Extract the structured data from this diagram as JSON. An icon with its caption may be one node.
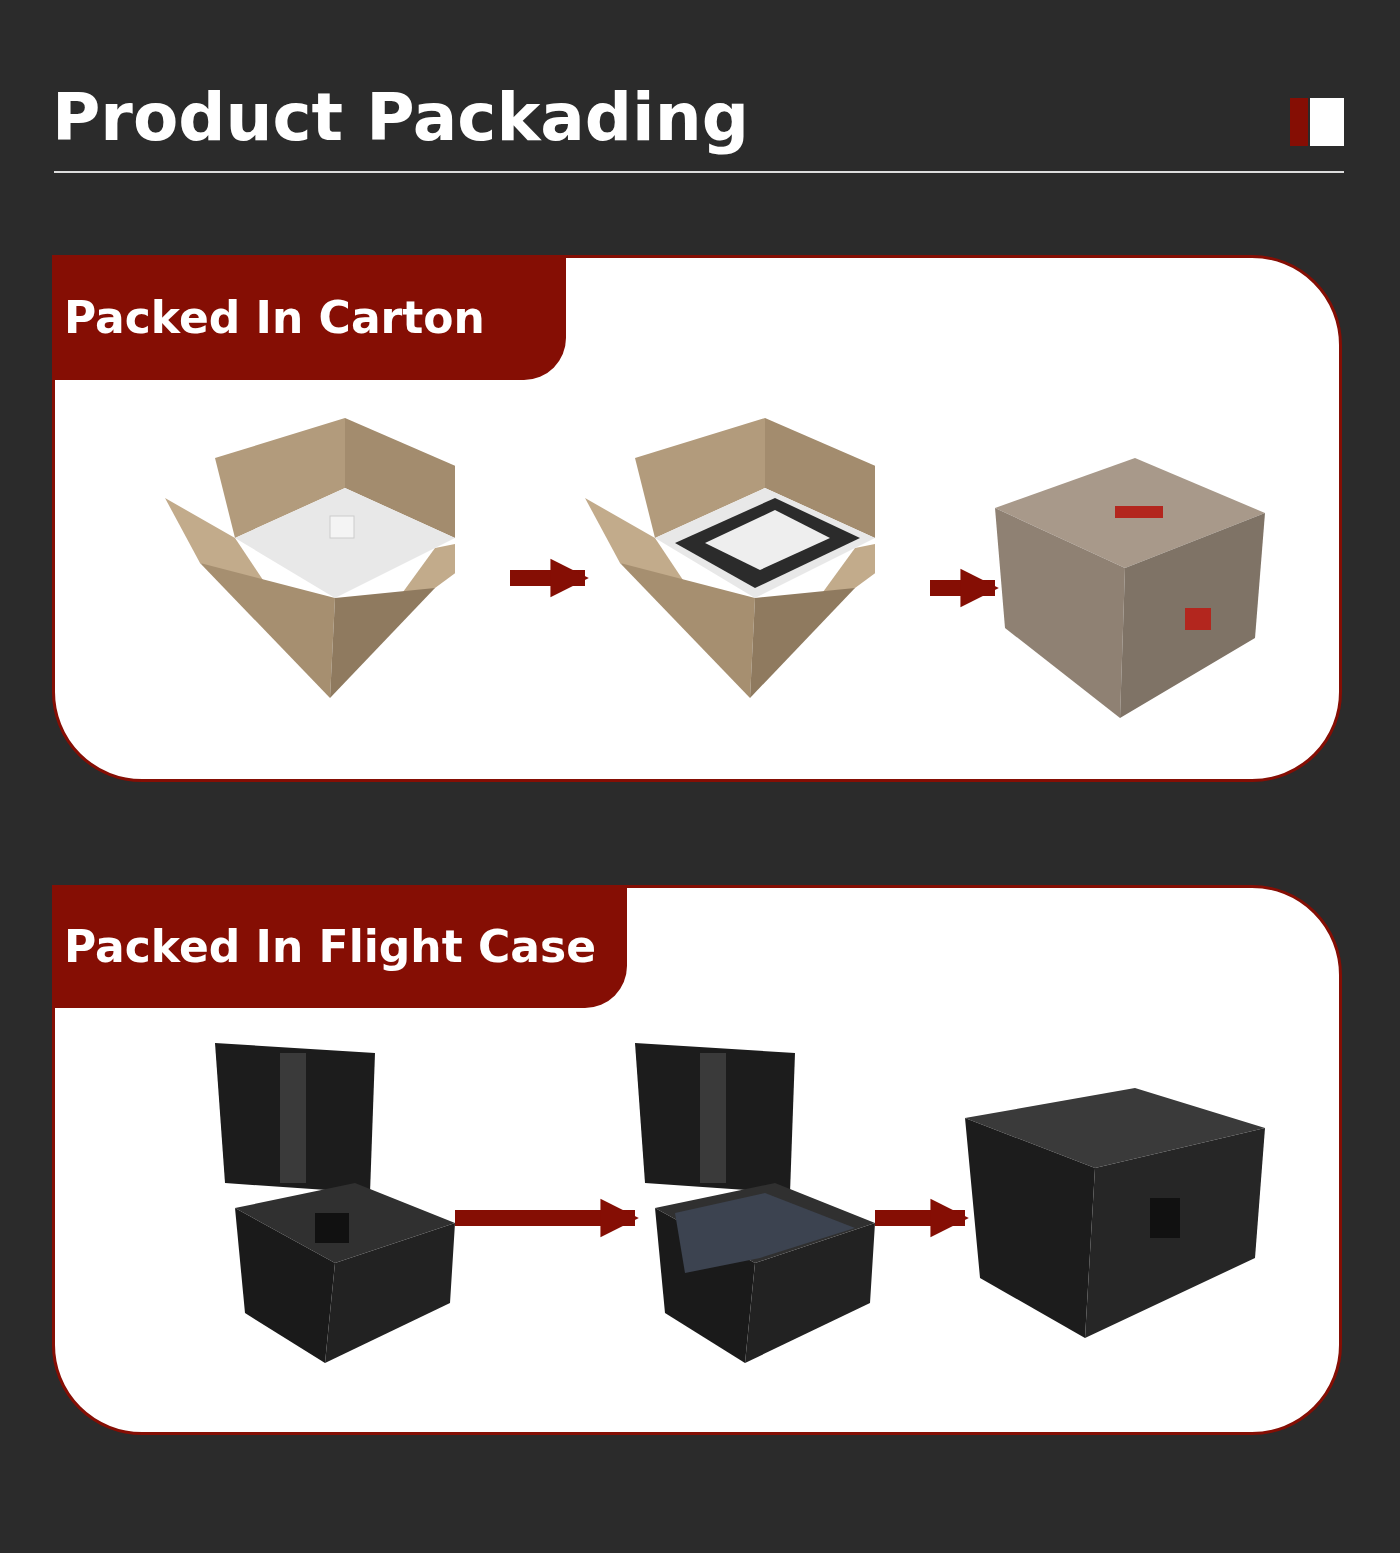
{
  "diagram": {
    "title": "Product Packading",
    "nodes": [
      {
        "text": [
          "Packed In Carton"
        ]
      },
      {
        "text": [],
        "shape": "picture",
        "in": 0
      },
      {
        "text": [],
        "shape": "picture",
        "in": 0
      },
      {
        "text": [],
        "shape": "picture",
        "in": 0
      },
      {
        "text": [
          "Packed In Flight Case"
        ]
      },
      {
        "text": [],
        "shape": "picture",
        "in": 4
      },
      {
        "text": [],
        "shape": "picture",
        "in": 4
      },
      {
        "text": [],
        "shape": "picture",
        "in": 4
      }
    ],
    "edges": [
      {
        "from": 1,
        "to": 2,
        "arrow": "to"
      },
      {
        "from": 2,
        "to": 3,
        "arrow": "to"
      },
      {
        "from": 5,
        "to": 6,
        "arrow": "to"
      },
      {
        "from": 6,
        "to": 7,
        "arrow": "to"
      }
    ]
  }
}
